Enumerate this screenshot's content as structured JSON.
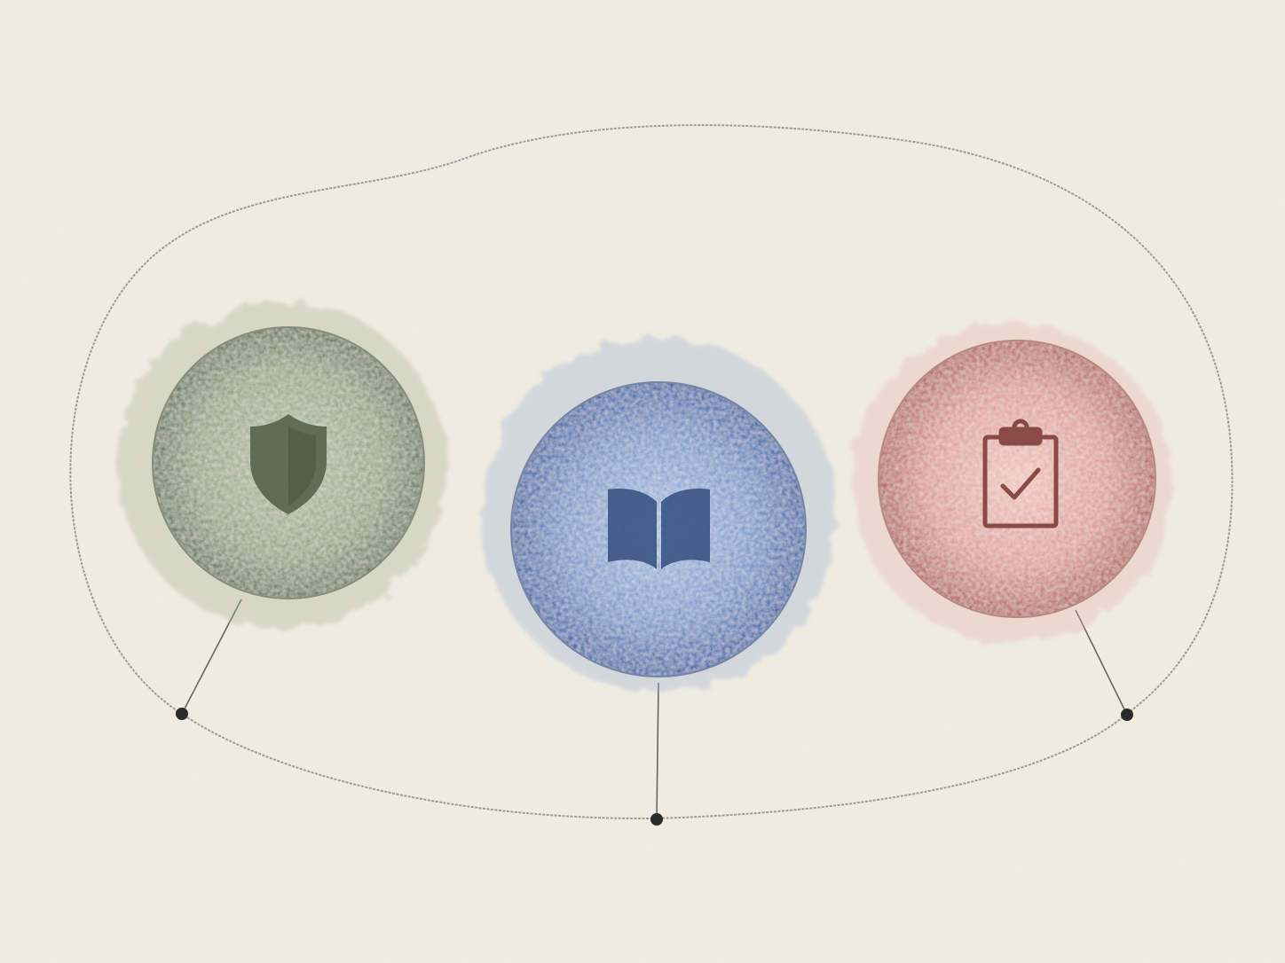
{
  "diagram": {
    "nodes": [
      {
        "id": "shield",
        "icon": "shield-icon",
        "color": "#6f7d5e",
        "wash": "#a9b596",
        "ink": "#4a5440"
      },
      {
        "id": "book",
        "icon": "open-book-icon",
        "color": "#4d6fa6",
        "wash": "#9db3d6",
        "ink": "#3a5484"
      },
      {
        "id": "clipboard",
        "icon": "clipboard-check-icon",
        "color": "#bd6b66",
        "wash": "#e6b5ae",
        "ink": "#8a4a45"
      }
    ],
    "connectors": [
      {
        "from": "shield",
        "to": "anchor-left"
      },
      {
        "from": "book",
        "to": "anchor-bottom"
      },
      {
        "from": "clipboard",
        "to": "anchor-right"
      }
    ],
    "colors": {
      "paper": "#f3efe4",
      "pencil": "#8e8e8e",
      "dot": "#2b2b2b"
    }
  }
}
